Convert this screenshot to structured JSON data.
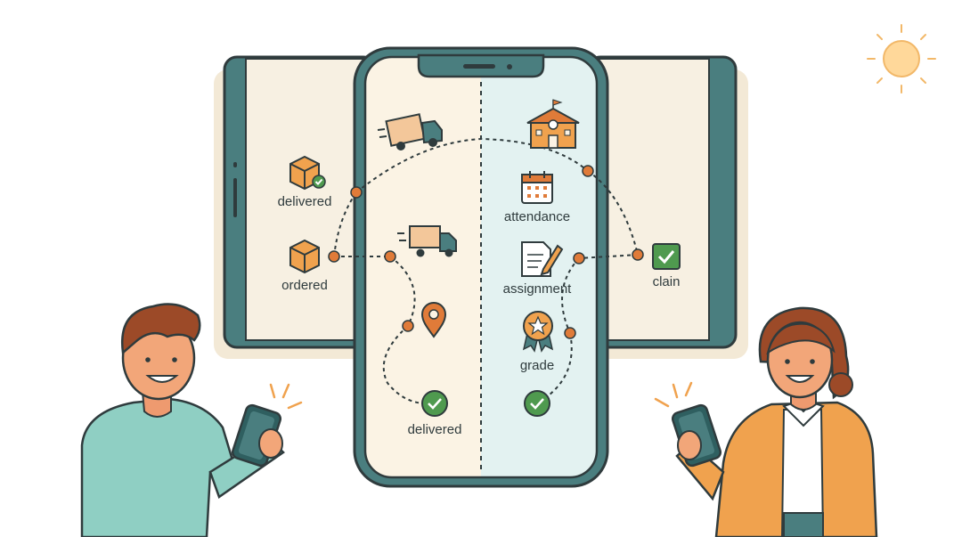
{
  "left_panel": {
    "labels": {
      "delivered": "delivered",
      "ordered": "ordered"
    }
  },
  "phone": {
    "left_half": {
      "delivered_label": "delivered"
    },
    "right_half": {
      "attendance_label": "attendance",
      "assignment_label": "assignment",
      "grade_label": "grade"
    }
  },
  "right_panel": {
    "claim_label": "clain"
  },
  "colors": {
    "frame_teal": "#4a7e7f",
    "outline": "#2f3b3d",
    "paper": "#f7f0e2",
    "screen_left": "#fbf3e4",
    "screen_right": "#e3f2f1",
    "accent_orange": "#e07b39",
    "check_green": "#4f9a4f",
    "sun": "#ffd89a"
  },
  "icons": [
    "package-icon",
    "truck-icon",
    "school-icon",
    "calendar-icon",
    "document-pen-icon",
    "location-pin-icon",
    "award-badge-icon",
    "check-circle-icon",
    "checkbox-icon",
    "sun-icon"
  ]
}
